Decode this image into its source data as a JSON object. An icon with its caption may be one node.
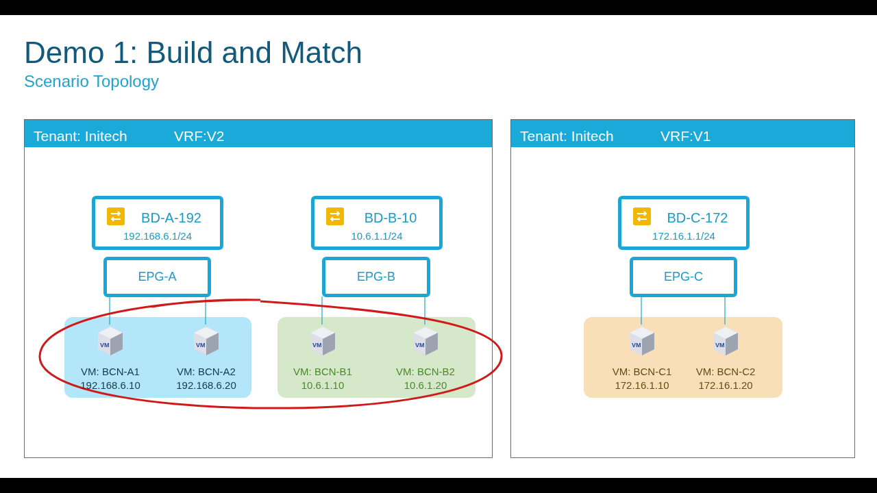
{
  "diagram": {
    "title": "Demo 1: Build and Match",
    "caption": "Scenario Topology",
    "nodes": [
      {
        "text": [
          "Tenant: Initech",
          "VRF:V2"
        ]
      },
      {
        "text": [
          "BD-A-192",
          "192.168.6.1/24"
        ],
        "in": 0
      },
      {
        "text": [
          "BD-B-10",
          "10.6.1.1/24"
        ],
        "in": 0
      },
      {
        "text": [
          "EPG-A"
        ],
        "in": 0
      },
      {
        "text": [
          "EPG-B"
        ],
        "in": 0
      },
      {
        "text": [],
        "shape": "box",
        "in": 0
      },
      {
        "text": [
          "VM",
          "VM: BCN-A1",
          "192.168.6.10"
        ],
        "in": 5
      },
      {
        "text": [
          "VM",
          "VM: BCN-A2",
          "192.168.6.20"
        ],
        "in": 5
      },
      {
        "text": [],
        "shape": "box",
        "in": 0
      },
      {
        "text": [
          "VM",
          "VM: BCN-B1",
          "10.6.1.10"
        ],
        "in": 8
      },
      {
        "text": [
          "VM",
          "VM: BCN-B2",
          "10.6.1.20"
        ],
        "in": 8
      },
      {
        "text": [
          "Tenant: Initech",
          "VRF:V1"
        ]
      },
      {
        "text": [
          "BD-C-172",
          "172.16.1.1/24"
        ],
        "in": 11
      },
      {
        "text": [
          "EPG-C"
        ],
        "in": 11
      },
      {
        "text": [],
        "shape": "box",
        "in": 11
      },
      {
        "text": [
          "VM",
          "VM: BCN-C1",
          "172.16.1.10"
        ],
        "in": 14
      },
      {
        "text": [
          "VM",
          "VM: BCN-C2",
          "172.16.1.20"
        ],
        "in": 14
      }
    ],
    "edges": [
      {
        "from": 3,
        "to": 6,
        "arrow": "none"
      },
      {
        "from": 3,
        "to": 7,
        "arrow": "none"
      },
      {
        "from": 4,
        "to": 9,
        "arrow": "none"
      },
      {
        "from": 4,
        "to": 10,
        "arrow": "none"
      },
      {
        "from": 13,
        "to": 15,
        "arrow": "none"
      },
      {
        "from": 13,
        "to": 16,
        "arrow": "none"
      }
    ]
  }
}
